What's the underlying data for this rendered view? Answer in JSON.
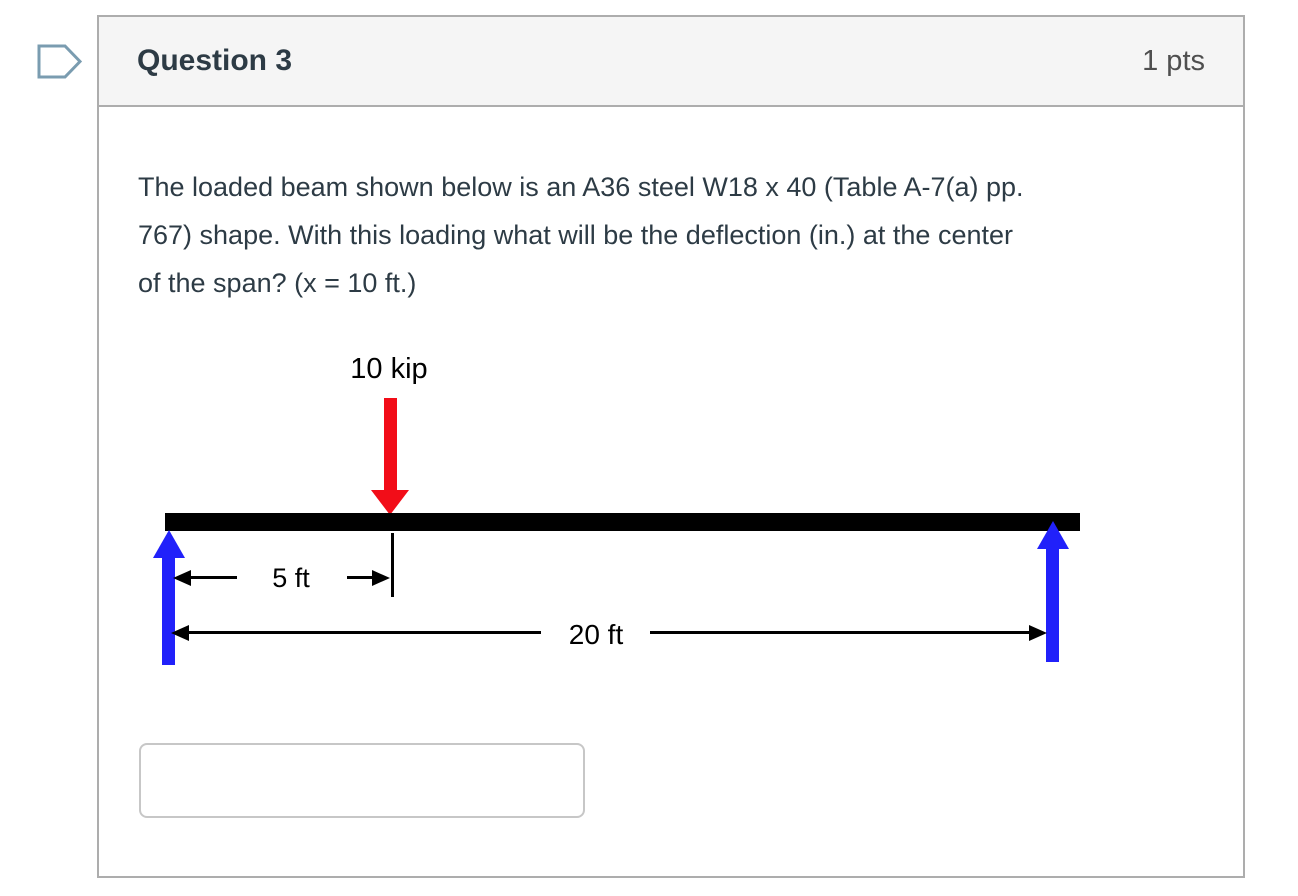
{
  "header": {
    "title": "Question 3",
    "points": "1 pts"
  },
  "question": {
    "lines": [
      "The loaded beam shown below is an A36 steel W18 x 40 (Table A-7(a) pp.",
      "767) shape. With this loading what will be the deflection (in.) at the center",
      "of the span? (x = 10 ft.)"
    ]
  },
  "diagram": {
    "load_label": "10 kip",
    "dim_left_label": "5 ft",
    "dim_total_label": "20 ft"
  },
  "answer": {
    "value": ""
  },
  "icons": {
    "flag": "question-flag-bookmark-icon",
    "load_arrow": "downward-force-arrow-icon",
    "supports": "upward-reaction-arrow-icon"
  },
  "colors": {
    "load-red": "#f20d18",
    "support-blue": "#2121fa",
    "beam-black": "#000000",
    "header-bg": "#f5f5f5",
    "card-border": "#adadad",
    "text-dark": "#2d3b45",
    "points-gray": "#4f4f4f",
    "input-border": "#c7c7c7",
    "flag-stroke": "#7a9cb0"
  }
}
